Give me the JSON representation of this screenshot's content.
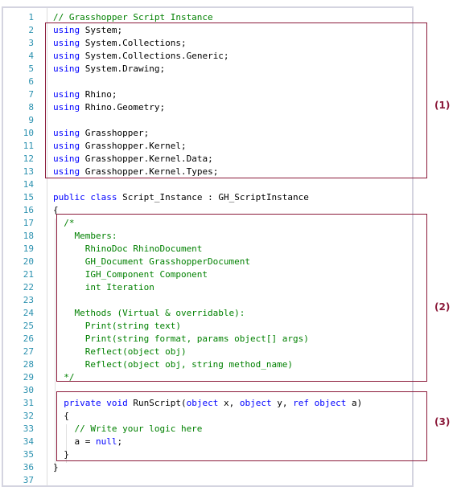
{
  "lines": [
    {
      "n": "1",
      "tokens": [
        {
          "t": "// Grasshopper Script Instance",
          "c": "cm"
        }
      ]
    },
    {
      "n": "2",
      "tokens": [
        {
          "t": "using",
          "c": "kw"
        },
        {
          "t": " System;",
          "c": "tx"
        }
      ]
    },
    {
      "n": "3",
      "tokens": [
        {
          "t": "using",
          "c": "kw"
        },
        {
          "t": " System.Collections;",
          "c": "tx"
        }
      ]
    },
    {
      "n": "4",
      "tokens": [
        {
          "t": "using",
          "c": "kw"
        },
        {
          "t": " System.Collections.Generic;",
          "c": "tx"
        }
      ]
    },
    {
      "n": "5",
      "tokens": [
        {
          "t": "using",
          "c": "kw"
        },
        {
          "t": " System.Drawing;",
          "c": "tx"
        }
      ]
    },
    {
      "n": "6",
      "tokens": []
    },
    {
      "n": "7",
      "tokens": [
        {
          "t": "using",
          "c": "kw"
        },
        {
          "t": " Rhino;",
          "c": "tx"
        }
      ]
    },
    {
      "n": "8",
      "tokens": [
        {
          "t": "using",
          "c": "kw"
        },
        {
          "t": " Rhino.Geometry;",
          "c": "tx"
        }
      ]
    },
    {
      "n": "9",
      "tokens": []
    },
    {
      "n": "10",
      "tokens": [
        {
          "t": "using",
          "c": "kw"
        },
        {
          "t": " Grasshopper;",
          "c": "tx"
        }
      ]
    },
    {
      "n": "11",
      "tokens": [
        {
          "t": "using",
          "c": "kw"
        },
        {
          "t": " Grasshopper.Kernel;",
          "c": "tx"
        }
      ]
    },
    {
      "n": "12",
      "tokens": [
        {
          "t": "using",
          "c": "kw"
        },
        {
          "t": " Grasshopper.Kernel.Data;",
          "c": "tx"
        }
      ]
    },
    {
      "n": "13",
      "tokens": [
        {
          "t": "using",
          "c": "kw"
        },
        {
          "t": " Grasshopper.Kernel.Types;",
          "c": "tx"
        }
      ]
    },
    {
      "n": "14",
      "tokens": []
    },
    {
      "n": "15",
      "tokens": [
        {
          "t": "public",
          "c": "kw"
        },
        {
          "t": " ",
          "c": "tx"
        },
        {
          "t": "class",
          "c": "kw"
        },
        {
          "t": " Script_Instance : GH_ScriptInstance",
          "c": "tx"
        }
      ]
    },
    {
      "n": "16",
      "tokens": [
        {
          "t": "{",
          "c": "tx"
        }
      ]
    },
    {
      "n": "17",
      "tokens": [
        {
          "t": "  /*",
          "c": "cm"
        }
      ]
    },
    {
      "n": "18",
      "tokens": [
        {
          "t": "    Members:",
          "c": "cm"
        }
      ]
    },
    {
      "n": "19",
      "tokens": [
        {
          "t": "      RhinoDoc RhinoDocument",
          "c": "cm"
        }
      ]
    },
    {
      "n": "20",
      "tokens": [
        {
          "t": "      GH_Document GrasshopperDocument",
          "c": "cm"
        }
      ]
    },
    {
      "n": "21",
      "tokens": [
        {
          "t": "      IGH_Component Component",
          "c": "cm"
        }
      ]
    },
    {
      "n": "22",
      "tokens": [
        {
          "t": "      int Iteration",
          "c": "cm"
        }
      ]
    },
    {
      "n": "23",
      "tokens": []
    },
    {
      "n": "24",
      "tokens": [
        {
          "t": "    Methods (Virtual & overridable):",
          "c": "cm"
        }
      ]
    },
    {
      "n": "25",
      "tokens": [
        {
          "t": "      Print(string text)",
          "c": "cm"
        }
      ]
    },
    {
      "n": "26",
      "tokens": [
        {
          "t": "      Print(string format, params object[] args)",
          "c": "cm"
        }
      ]
    },
    {
      "n": "27",
      "tokens": [
        {
          "t": "      Reflect(object obj)",
          "c": "cm"
        }
      ]
    },
    {
      "n": "28",
      "tokens": [
        {
          "t": "      Reflect(object obj, string method_name)",
          "c": "cm"
        }
      ]
    },
    {
      "n": "29",
      "tokens": [
        {
          "t": "  */",
          "c": "cm"
        }
      ]
    },
    {
      "n": "30",
      "tokens": []
    },
    {
      "n": "31",
      "tokens": [
        {
          "t": "  ",
          "c": "tx"
        },
        {
          "t": "private",
          "c": "kw"
        },
        {
          "t": " ",
          "c": "tx"
        },
        {
          "t": "void",
          "c": "kw"
        },
        {
          "t": " RunScript(",
          "c": "tx"
        },
        {
          "t": "object",
          "c": "kw"
        },
        {
          "t": " x, ",
          "c": "tx"
        },
        {
          "t": "object",
          "c": "kw"
        },
        {
          "t": " y, ",
          "c": "tx"
        },
        {
          "t": "ref",
          "c": "kw"
        },
        {
          "t": " ",
          "c": "tx"
        },
        {
          "t": "object",
          "c": "kw"
        },
        {
          "t": " a)",
          "c": "tx"
        }
      ]
    },
    {
      "n": "32",
      "tokens": [
        {
          "t": "  {",
          "c": "tx"
        }
      ]
    },
    {
      "n": "33",
      "tokens": [
        {
          "t": "    // Write your logic here",
          "c": "cm"
        }
      ]
    },
    {
      "n": "34",
      "tokens": [
        {
          "t": "    a = ",
          "c": "tx"
        },
        {
          "t": "null",
          "c": "kw"
        },
        {
          "t": ";",
          "c": "tx"
        }
      ]
    },
    {
      "n": "35",
      "tokens": [
        {
          "t": "  }",
          "c": "tx"
        }
      ]
    },
    {
      "n": "36",
      "tokens": [
        {
          "t": "}",
          "c": "tx"
        }
      ]
    },
    {
      "n": "37",
      "tokens": []
    }
  ],
  "annotations": [
    {
      "label": "(1)"
    },
    {
      "label": "(2)"
    },
    {
      "label": "(3)"
    }
  ],
  "colors": {
    "keyword": "#0000ff",
    "comment": "#008000",
    "line_number": "#2b91af",
    "box": "#8b1a3a"
  }
}
